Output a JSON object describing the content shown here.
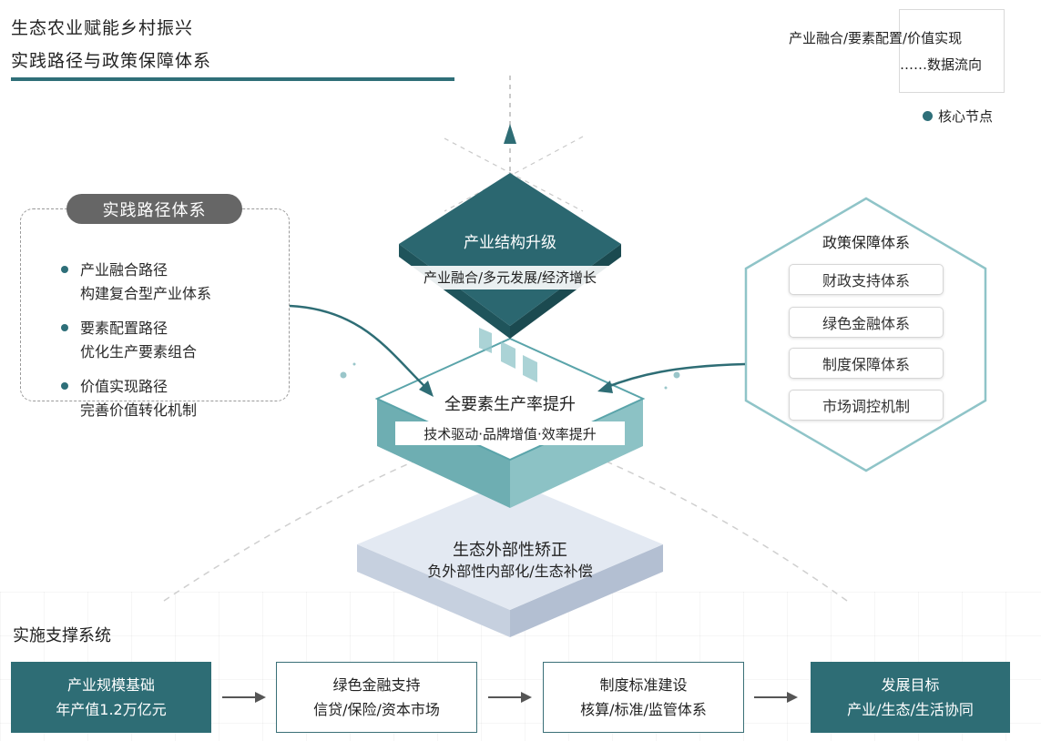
{
  "title": {
    "line1": "生态农业赋能乡村振兴",
    "line2": "实践路径与政策保障体系"
  },
  "legend": {
    "line1": "产业融合/要素配置/价值实现",
    "line2": "……数据流向",
    "node_label": "核心节点",
    "node_color": "#2e6f79"
  },
  "practice": {
    "header": "实践路径体系",
    "items": [
      {
        "title": "产业融合路径",
        "desc": "构建复合型产业体系"
      },
      {
        "title": "要素配置路径",
        "desc": "优化生产要素组合"
      },
      {
        "title": "价值实现路径",
        "desc": "完善价值转化机制"
      }
    ]
  },
  "top_node": {
    "title": "产业结构升级",
    "subtitle": "产业融合/多元发展/经济增长"
  },
  "middle_node": {
    "title": "全要素生产率提升",
    "subtitle": "技术驱动·品牌增值·效率提升"
  },
  "bottom_node": {
    "title": "生态外部性矫正",
    "subtitle": "负外部性内部化/生态补偿"
  },
  "policy": {
    "title": "政策保障体系",
    "items": [
      "财政支持体系",
      "绿色金融体系",
      "制度保障体系",
      "市场调控机制"
    ]
  },
  "support": {
    "title": "实施支撑系统",
    "boxes": [
      {
        "line1": "产业规模基础",
        "line2": "年产值1.2万亿元"
      },
      {
        "line1": "绿色金融支持",
        "line2": "信贷/保险/资本市场"
      },
      {
        "line1": "制度标准建设",
        "line2": "核算/标准/监管体系"
      },
      {
        "line1": "发展目标",
        "line2": "产业/生态/生活协同"
      }
    ]
  },
  "colors": {
    "teal_dark": "#2e6d75",
    "teal_light": "#5aa4aa",
    "gray_pill": "#666666"
  }
}
